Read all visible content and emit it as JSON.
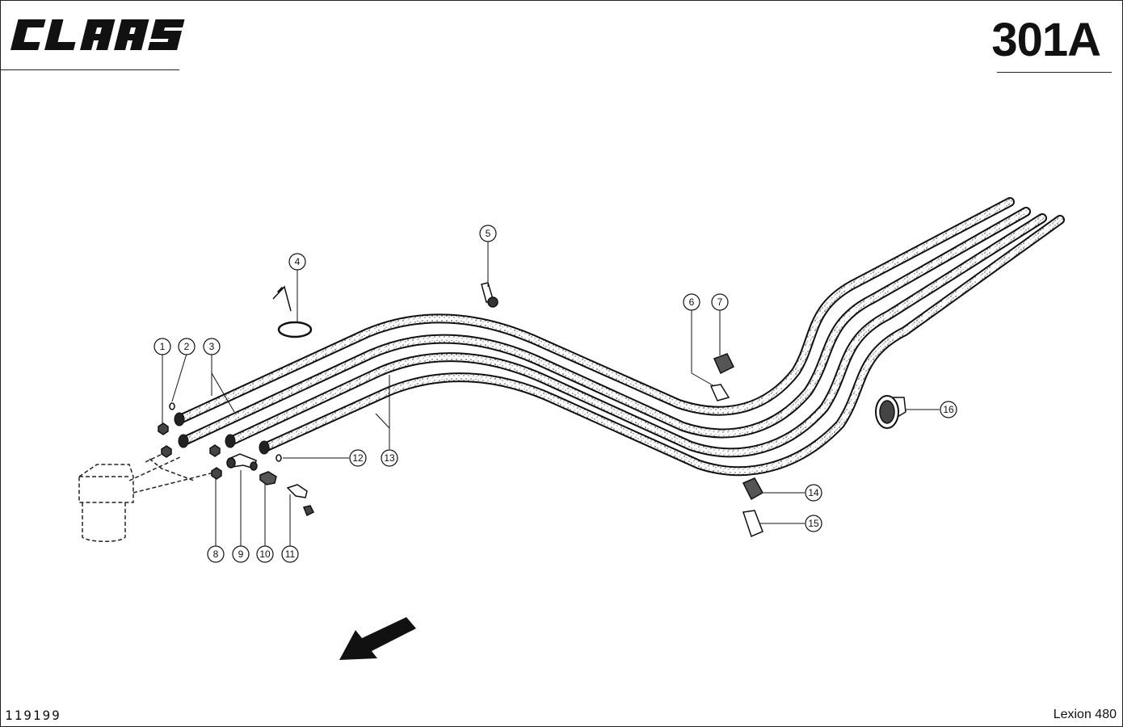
{
  "brand": {
    "name": "CLAAS"
  },
  "header": {
    "page_number": "301A"
  },
  "footer": {
    "drawing_number": "119199",
    "model": "Lexion 480"
  },
  "callouts": [
    {
      "id": "c1",
      "label": "1"
    },
    {
      "id": "c2",
      "label": "2"
    },
    {
      "id": "c3",
      "label": "3"
    },
    {
      "id": "c4",
      "label": "4"
    },
    {
      "id": "c5",
      "label": "5"
    },
    {
      "id": "c6",
      "label": "6"
    },
    {
      "id": "c7",
      "label": "7"
    },
    {
      "id": "c8",
      "label": "8"
    },
    {
      "id": "c9",
      "label": "9"
    },
    {
      "id": "c10",
      "label": "10"
    },
    {
      "id": "c11",
      "label": "11"
    },
    {
      "id": "c12",
      "label": "12"
    },
    {
      "id": "c13",
      "label": "13"
    },
    {
      "id": "c14",
      "label": "14"
    },
    {
      "id": "c15",
      "label": "15"
    },
    {
      "id": "c16",
      "label": "16"
    }
  ],
  "icons": {
    "direction_arrow": "direction-arrow-icon"
  },
  "colors": {
    "ink": "#111111",
    "paper": "#ffffff"
  }
}
